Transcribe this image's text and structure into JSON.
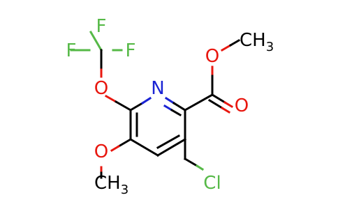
{
  "atoms": {
    "F1": {
      "text": "F",
      "color": "#56b947"
    },
    "F2": {
      "text": "F",
      "color": "#56b947"
    },
    "F3": {
      "text": "F",
      "color": "#56b947"
    },
    "O_ether_top": {
      "text": "O",
      "color": "#e8170f"
    },
    "N_ring": {
      "text": "N",
      "color": "#1a23d4"
    },
    "O_ester_single": {
      "text": "O",
      "color": "#e8170f"
    },
    "O_ester_double": {
      "text": "O",
      "color": "#e8170f"
    },
    "O_methoxy": {
      "text": "O",
      "color": "#e8170f"
    },
    "Cl": {
      "text": "Cl",
      "color": "#56b947"
    },
    "CH3_ester": {
      "main": "CH",
      "sub": "3"
    },
    "CH3_methoxy": {
      "main": "CH",
      "sub": "3"
    }
  }
}
